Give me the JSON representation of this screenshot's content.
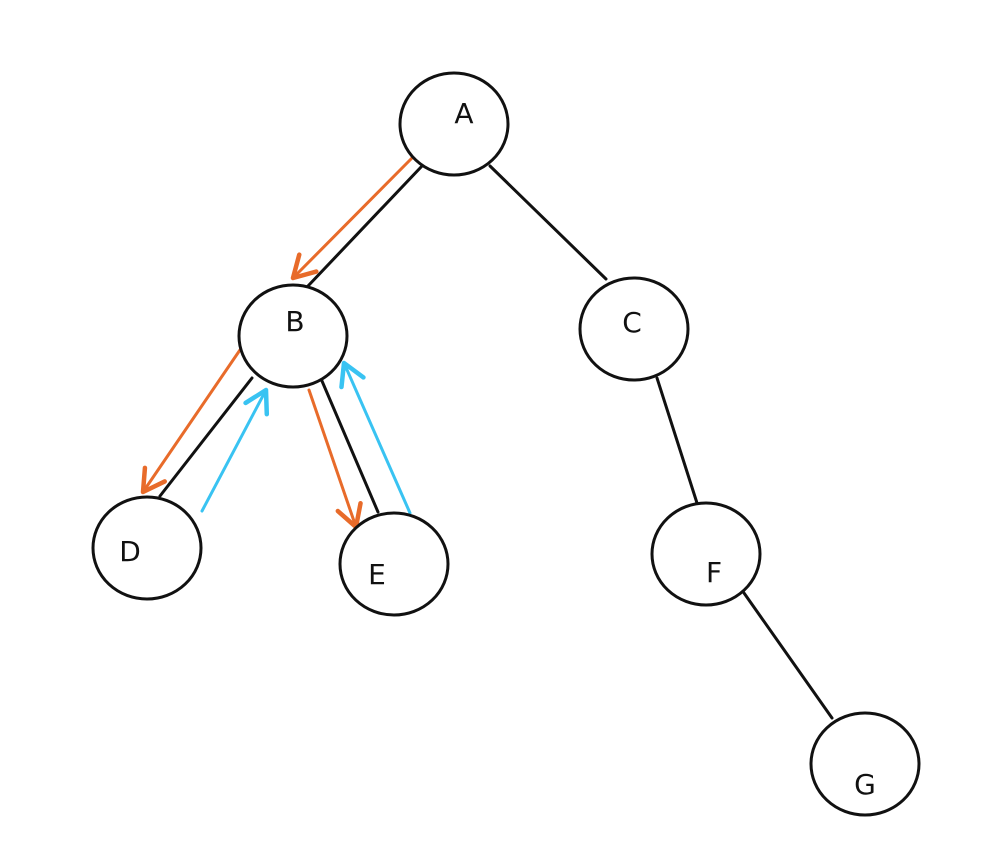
{
  "nodes": {
    "A": {
      "label": "A"
    },
    "B": {
      "label": "B"
    },
    "C": {
      "label": "C"
    },
    "D": {
      "label": "D"
    },
    "E": {
      "label": "E"
    },
    "F": {
      "label": "F"
    },
    "G": {
      "label": "G"
    }
  },
  "edges": [
    {
      "from": "A",
      "to": "B"
    },
    {
      "from": "A",
      "to": "C"
    },
    {
      "from": "B",
      "to": "D"
    },
    {
      "from": "B",
      "to": "E"
    },
    {
      "from": "C",
      "to": "F"
    },
    {
      "from": "F",
      "to": "G"
    }
  ],
  "traversal_arrows": [
    {
      "from": "A",
      "to": "B",
      "color": "#e86b2a"
    },
    {
      "from": "B",
      "to": "D",
      "color": "#e86b2a"
    },
    {
      "from": "D",
      "to": "B",
      "color": "#39c3f2"
    },
    {
      "from": "B",
      "to": "E",
      "color": "#e86b2a"
    },
    {
      "from": "E",
      "to": "B",
      "color": "#39c3f2"
    }
  ],
  "colors": {
    "edge": "#111111",
    "down_arrow": "#e86b2a",
    "up_arrow": "#39c3f2",
    "background": "#ffffff"
  }
}
